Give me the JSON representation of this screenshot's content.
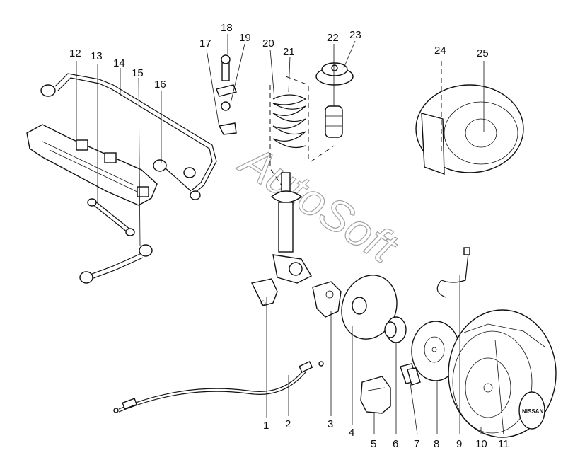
{
  "watermark": "AutoSoft",
  "wheel_badge": "NISSAN",
  "callouts": [
    {
      "id": "n1",
      "label": "1"
    },
    {
      "id": "n2",
      "label": "2"
    },
    {
      "id": "n3",
      "label": "3"
    },
    {
      "id": "n4",
      "label": "4"
    },
    {
      "id": "n5",
      "label": "5"
    },
    {
      "id": "n6",
      "label": "6"
    },
    {
      "id": "n7",
      "label": "7"
    },
    {
      "id": "n8",
      "label": "8"
    },
    {
      "id": "n9",
      "label": "9"
    },
    {
      "id": "n10",
      "label": "10"
    },
    {
      "id": "n11",
      "label": "11"
    },
    {
      "id": "n12",
      "label": "12"
    },
    {
      "id": "n13",
      "label": "13"
    },
    {
      "id": "n14",
      "label": "14"
    },
    {
      "id": "n15",
      "label": "15"
    },
    {
      "id": "n16",
      "label": "16"
    },
    {
      "id": "n17",
      "label": "17"
    },
    {
      "id": "n18",
      "label": "18"
    },
    {
      "id": "n19",
      "label": "19"
    },
    {
      "id": "n20",
      "label": "20"
    },
    {
      "id": "n21",
      "label": "21"
    },
    {
      "id": "n22",
      "label": "22"
    },
    {
      "id": "n23",
      "label": "23"
    },
    {
      "id": "n24",
      "label": "24"
    },
    {
      "id": "n25",
      "label": "25"
    }
  ]
}
